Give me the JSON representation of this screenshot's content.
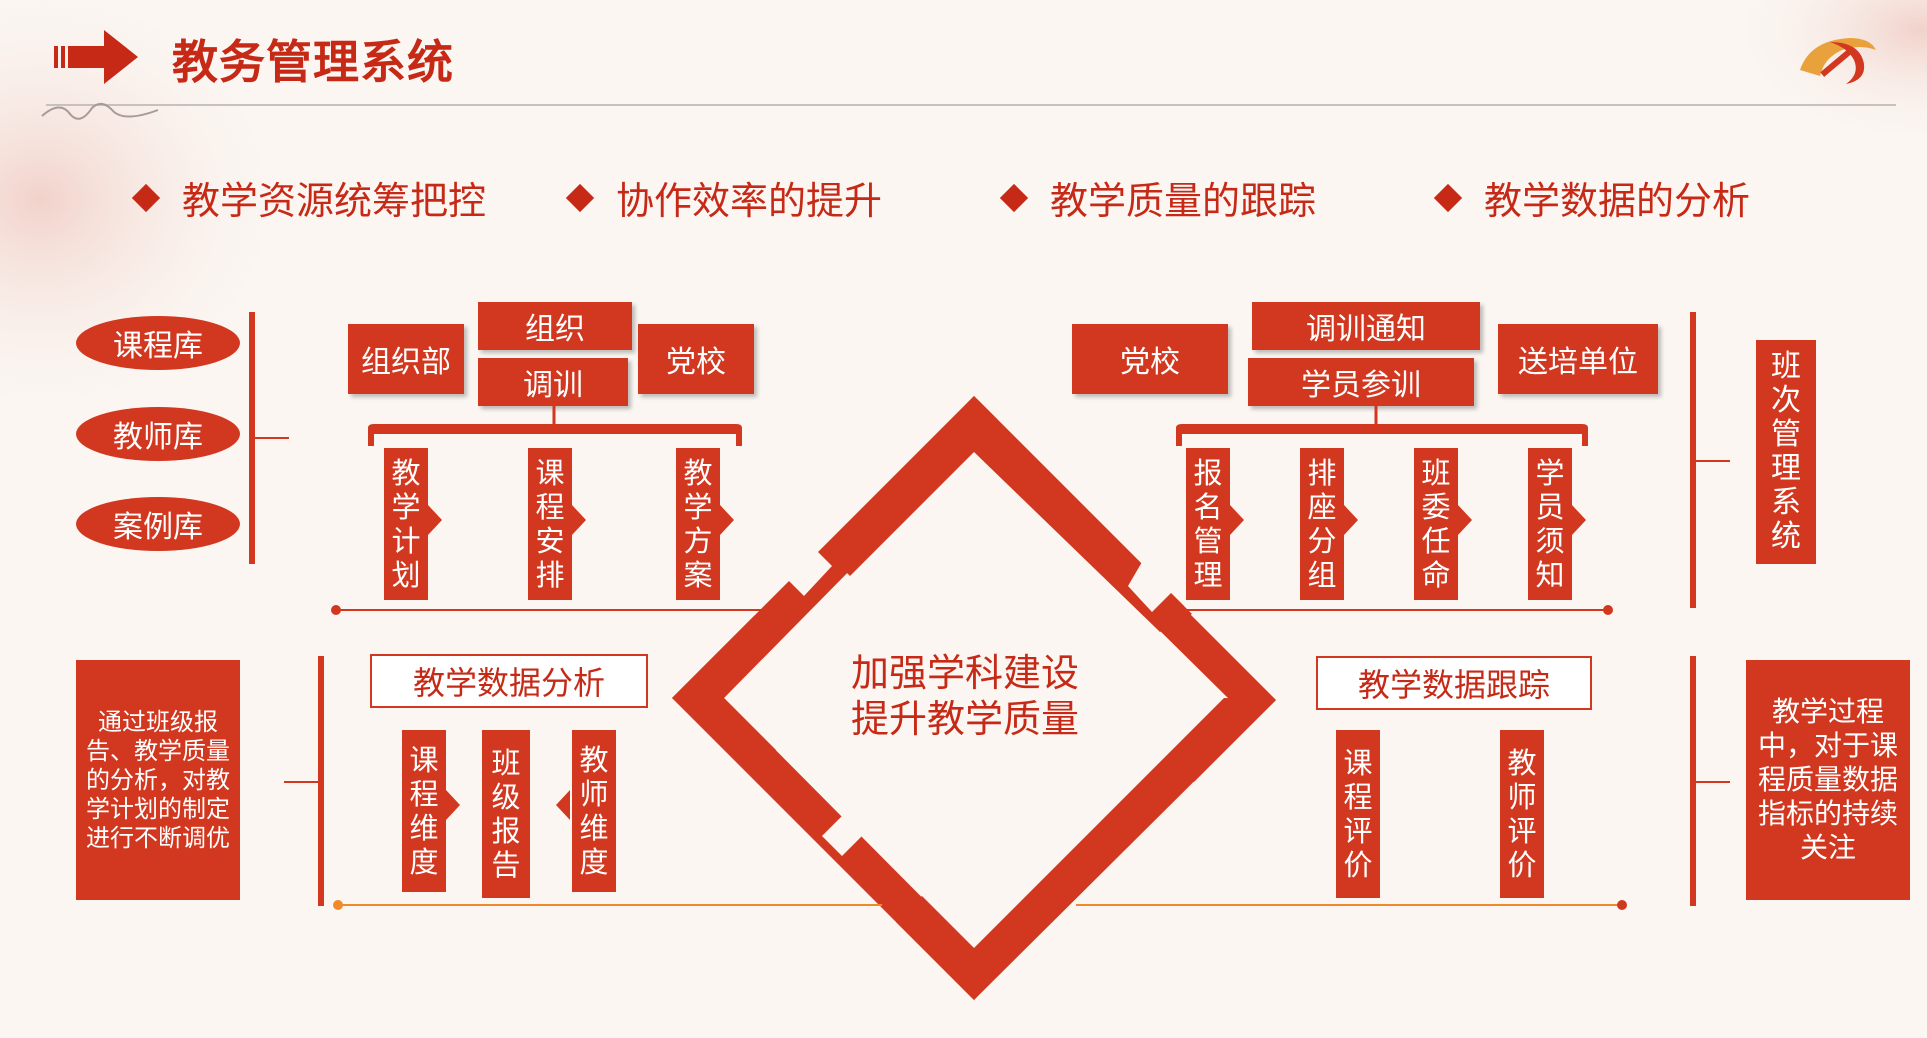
{
  "header": {
    "title": "教务管理系统"
  },
  "bullets": [
    "教学资源统筹把控",
    "协作效率的提升",
    "教学质量的跟踪",
    "教学数据的分析"
  ],
  "left_top": {
    "ovals": [
      "课程库",
      "教师库",
      "案例库"
    ],
    "boxes": {
      "org_dept": "组织部",
      "org_top": "组织",
      "org_bottom": "调训",
      "party_school": "党校"
    },
    "vertical": [
      "教学计划",
      "课程安排",
      "教学方案"
    ]
  },
  "right_top": {
    "boxes": {
      "party_school": "党校",
      "notice_top": "调训通知",
      "notice_bottom": "学员参训",
      "unit": "送培单位"
    },
    "vertical": [
      "报名管理",
      "排座分组",
      "班委任命",
      "学员须知"
    ],
    "side": "班次管理系统"
  },
  "center": {
    "line1": "加强学科建设",
    "line2": "提升教学质量"
  },
  "left_bottom": {
    "note": "通过班级报告、教学质量的分析，对教学计划的制定进行不断调优",
    "title": "教学数据分析",
    "vertical": [
      "课程维度",
      "班级报告",
      "教师维度"
    ]
  },
  "right_bottom": {
    "title": "教学数据跟踪",
    "vertical": [
      "课程评价",
      "教师评价"
    ],
    "note": "教学过程中，对于课程质量数据指标的持续关注"
  },
  "colors": {
    "accent": "#d2371f",
    "title": "#c62a17",
    "background": "#fbf6f2"
  }
}
